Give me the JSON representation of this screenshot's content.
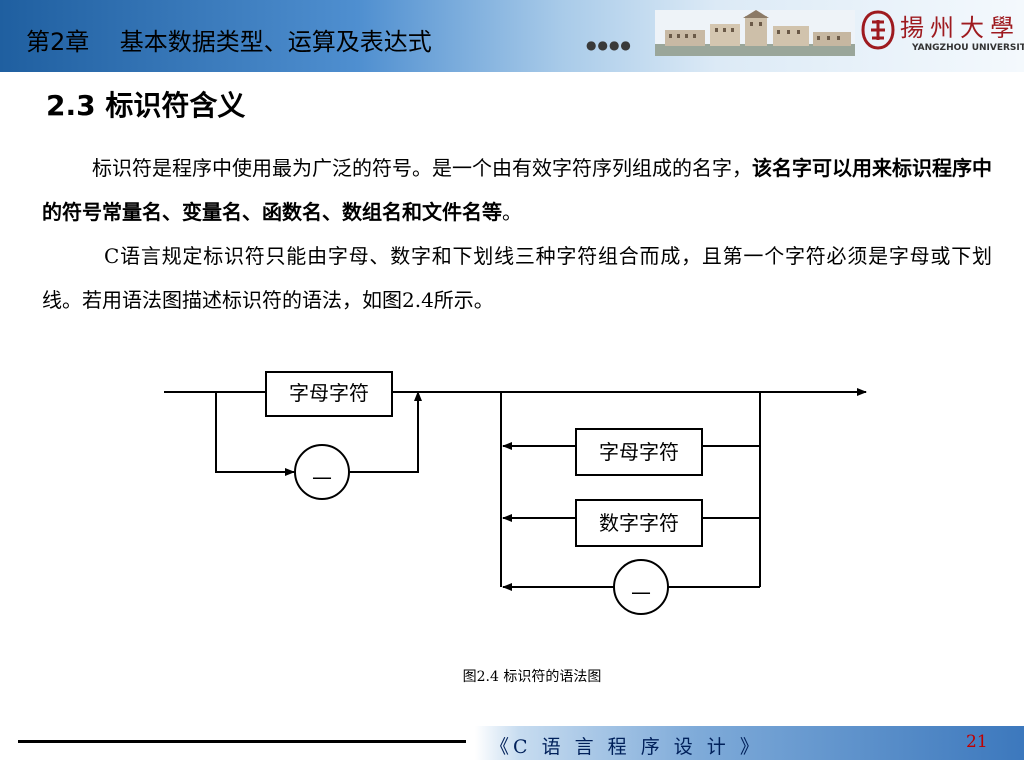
{
  "header": {
    "title": "第2章    基本数据类型、运算及表达式",
    "dots": "●●●●",
    "logo_name": "揚州大學",
    "logo_en": "YANGZHOU UNIVERSITY"
  },
  "section": {
    "title": "2.3 标识符含义"
  },
  "paragraphs": {
    "p1_normal": "标识符是程序中使用最为广泛的符号。是一个由有效字符序列组成的名字，",
    "p1_bold": "该名字可以用来标识程序中的符号常量名、变量名、函数名、数组名和文件名等",
    "p1_end": "。",
    "p2": "C语言规定标识符只能由字母、数字和下划线三种字符组合而成，且第一个字符必须是字母或下划线。若用语法图描述标识符的语法，如图2.4所示。"
  },
  "diagram": {
    "box_letter_1": "字母字符",
    "box_letter_2": "字母字符",
    "box_digit": "数字字符",
    "underscore_1": "—",
    "underscore_2": "—"
  },
  "caption": "图2.4 标识符的语法图",
  "footer": {
    "course": "《C 语 言 程 序 设 计 》",
    "page": "21"
  }
}
